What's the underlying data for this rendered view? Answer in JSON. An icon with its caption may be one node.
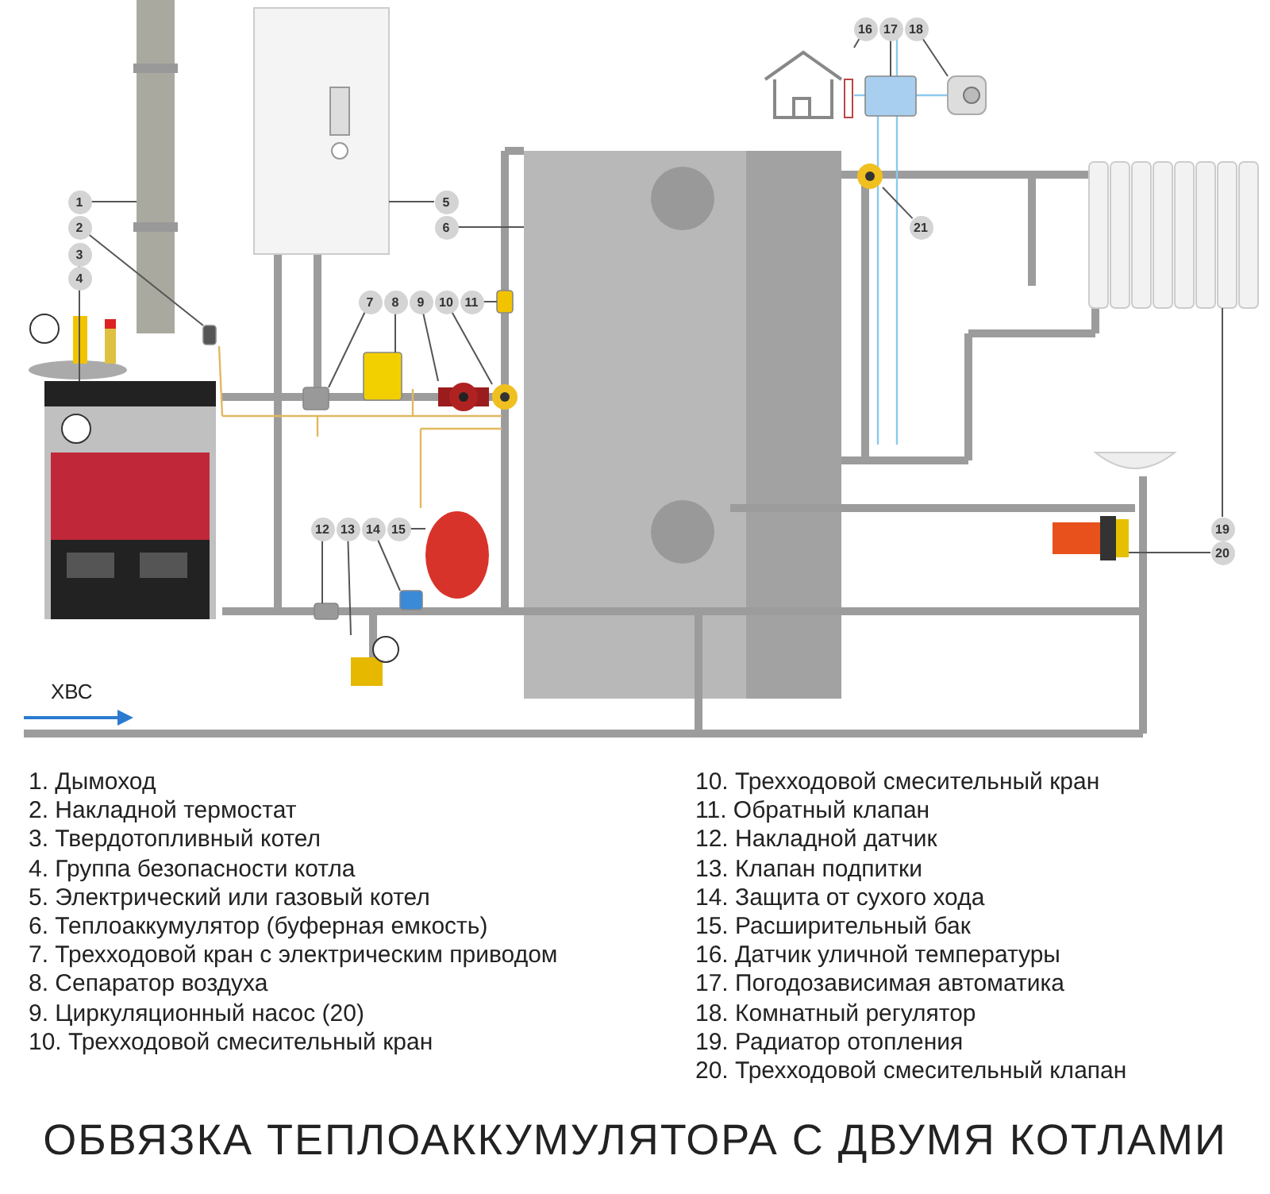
{
  "diagram": {
    "title": "ОБВЯЗКА ТЕПЛОАККУМУЛЯТОРА С ДВУМЯ КОТЛАМИ",
    "nodes": [
      {
        "text": [
          "1"
        ]
      },
      {
        "text": [
          "2"
        ]
      },
      {
        "text": [
          "3"
        ]
      },
      {
        "text": [
          "4"
        ]
      },
      {
        "text": [
          "5"
        ]
      },
      {
        "text": [
          "6"
        ]
      },
      {
        "text": [
          "7"
        ]
      },
      {
        "text": [
          "8"
        ]
      },
      {
        "text": [
          "9"
        ]
      },
      {
        "text": [
          "10"
        ]
      },
      {
        "text": [
          "11"
        ]
      },
      {
        "text": [
          "12"
        ]
      },
      {
        "text": [
          "13"
        ]
      },
      {
        "text": [
          "14"
        ]
      },
      {
        "text": [
          "15"
        ]
      },
      {
        "text": [
          "16"
        ]
      },
      {
        "text": [
          "17"
        ]
      },
      {
        "text": [
          "18"
        ]
      },
      {
        "text": [
          "21"
        ]
      },
      {
        "text": [
          "19"
        ]
      },
      {
        "text": [
          "20"
        ]
      },
      {
        "text": [],
        "shape": "picture"
      },
      {
        "text": [],
        "shape": "box"
      },
      {
        "text": [],
        "shape": "picture"
      },
      {
        "text": [],
        "shape": "picture"
      },
      {
        "text": [],
        "shape": "picture"
      },
      {
        "text": [],
        "shape": "picture"
      },
      {
        "text": [],
        "shape": "box"
      },
      {
        "text": [],
        "shape": "box"
      },
      {
        "text": [],
        "shape": "picture"
      },
      {
        "text": [],
        "shape": "picture"
      },
      {
        "text": [],
        "shape": "box"
      },
      {
        "text": [],
        "shape": "box"
      },
      {
        "text": [],
        "shape": "picture"
      },
      {
        "text": [],
        "shape": "box"
      },
      {
        "text": [],
        "shape": "circle"
      },
      {
        "text": [],
        "shape": "picture"
      },
      {
        "text": [],
        "shape": "box"
      },
      {
        "text": [],
        "shape": "picture"
      },
      {
        "text": [],
        "shape": "picture"
      },
      {
        "text": [],
        "shape": "picture"
      },
      {
        "text": [],
        "shape": "picture"
      }
    ],
    "edges": [
      {
        "from": 0,
        "to": 21,
        "arrow": "none"
      },
      {
        "from": 1,
        "to": 22,
        "arrow": "none"
      },
      {
        "from": 2,
        "to": 23,
        "arrow": "none"
      },
      {
        "from": 3,
        "to": 24,
        "arrow": "none"
      },
      {
        "from": 4,
        "to": 25,
        "arrow": "none"
      },
      {
        "from": 5,
        "to": 26,
        "arrow": "none"
      },
      {
        "from": 6,
        "to": 27,
        "arrow": "none"
      },
      {
        "from": 7,
        "to": 28,
        "arrow": "none"
      },
      {
        "from": 8,
        "to": 29,
        "arrow": "none"
      },
      {
        "from": 9,
        "to": 30,
        "arrow": "none"
      },
      {
        "from": 10,
        "to": 31,
        "arrow": "none"
      },
      {
        "from": 11,
        "to": 32,
        "arrow": "none"
      },
      {
        "from": 12,
        "to": 33,
        "arrow": "none"
      },
      {
        "from": 13,
        "to": 34,
        "arrow": "none"
      },
      {
        "from": 14,
        "to": 35,
        "arrow": "none"
      },
      {
        "from": 15,
        "to": 36,
        "arrow": "none"
      },
      {
        "from": 16,
        "to": 37,
        "arrow": "none"
      },
      {
        "from": 17,
        "to": 38,
        "arrow": "none"
      },
      {
        "from": 18,
        "to": 41,
        "arrow": "none"
      },
      {
        "from": 19,
        "to": 39,
        "arrow": "none"
      },
      {
        "from": 20,
        "to": 40,
        "arrow": "none"
      }
    ],
    "labels": [
      "ХВС",
      "1. Дымоход",
      "2. Накладной термостат",
      "3. Твердотопливный котел",
      "4. Группа безопасности котла",
      "5. Электрический или газовый котел",
      "6. Теплоаккумулятор (буферная емкость)",
      "7. Трехходовой кран с электрическим приводом",
      "8. Сепаратор воздуха",
      "9. Циркуляционный насос (20)",
      "10. Трехходовой смесительный кран",
      "10. Трехходовой смесительный кран",
      "11. Обратный клапан",
      "12. Накладной датчик",
      "13. Клапан подпитки",
      "14. Защита от сухого хода",
      "15. Расширительный бак",
      "16. Датчик уличной температуры",
      "17. Погодозависимая автоматика",
      "18. Комнатный регулятор",
      "19. Радиатор отопления",
      "20. Трехходовой смесительный клапан"
    ]
  }
}
